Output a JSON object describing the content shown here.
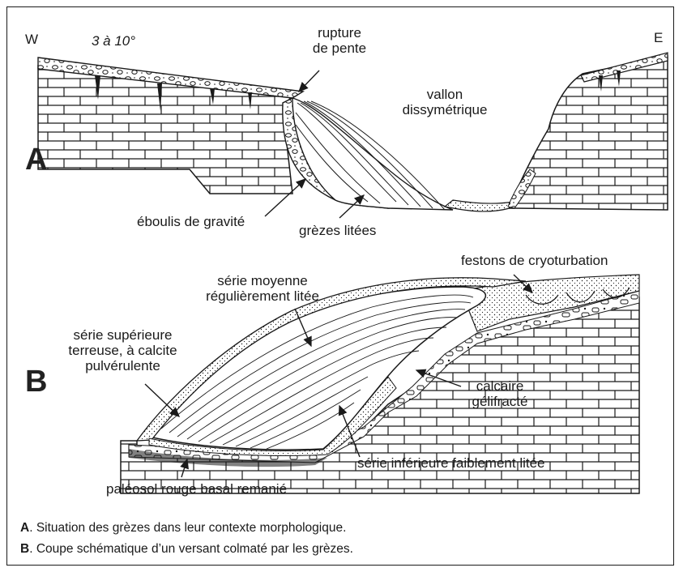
{
  "panelA": {
    "letter": "A",
    "west": "W",
    "east": "E",
    "slope": "3 à 10°",
    "rupture": [
      "rupture",
      "de pente"
    ],
    "vallon": [
      "vallon",
      "dissymétrique"
    ],
    "eboulis": "éboulis de gravité",
    "grezes": "grèzes litées"
  },
  "panelB": {
    "letter": "B",
    "moyenne": [
      "série moyenne",
      "régulièrement litée"
    ],
    "festons": "festons de cryoturbation",
    "superieure": [
      "série supérieure",
      "terreuse, à calcite",
      "pulvérulente"
    ],
    "calcaire": [
      "calcaire",
      "gélifracté"
    ],
    "inferieure": "série inférieure faiblement litée",
    "paleosol": "paléosol rouge basal remanié"
  },
  "captions": [
    {
      "letter": "A",
      "text": ". Situation des grèzes dans leur contexte morphologique."
    },
    {
      "letter": "B",
      "text": ". Coupe schématique d’un versant colmaté par les grèzes."
    }
  ],
  "colors": {
    "ink": "#1a1a1a",
    "paper": "#ffffff"
  }
}
